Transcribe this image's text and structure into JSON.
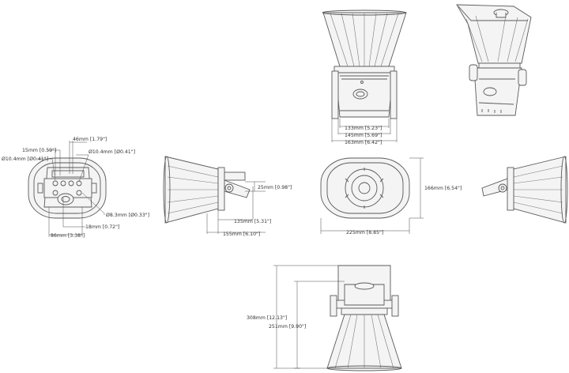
{
  "dimensions": {
    "d_133": "133mm [5.23\"]",
    "d_145": "145mm [5.69\"]",
    "d_163": "163mm [6.42\"]",
    "d_46": "46mm [1.79\"]",
    "d_15": "15mm [0.59\"]",
    "d_hole_right": "Ø10.4mm [Ø0.41\"]",
    "d_hole_left": "Ø10.4mm [Ø0.41\"]",
    "d_8_3": "Ø8.3mm [Ø0.33\"]",
    "d_18": "18mm [0.72\"]",
    "d_86": "86mm [3.38\"]",
    "d_25": "25mm [0.98\"]",
    "d_135": "135mm [5.31\"]",
    "d_155": "155mm [6.10\"]",
    "d_225": "225mm [8.85\"]",
    "d_166": "166mm [6.54\"]",
    "d_308": "308mm [12.13\"]",
    "d_251": "251mm [9.90\"]"
  },
  "colors": {
    "line": "#5a5a5a",
    "fill": "#f4f4f4",
    "background": "#ffffff"
  }
}
